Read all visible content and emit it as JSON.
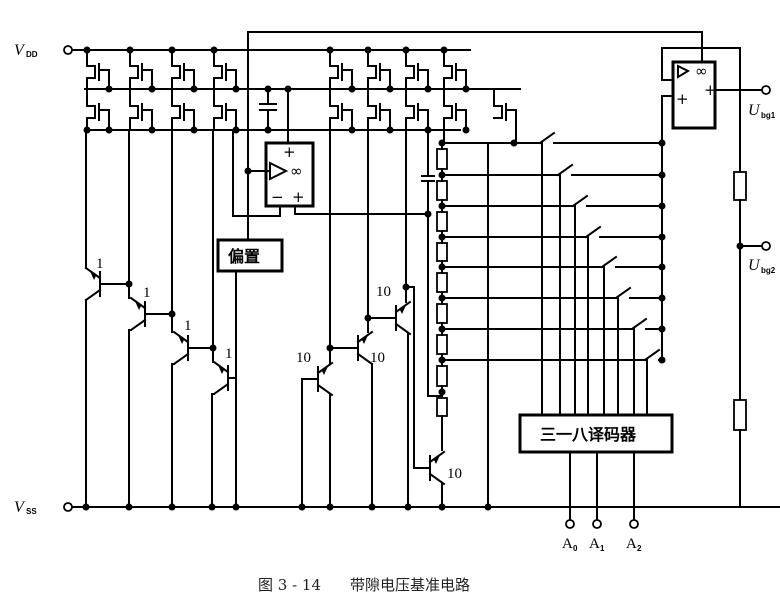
{
  "figure": {
    "caption_number": "图 3 - 14",
    "caption_title": "带隙电压基准电路"
  },
  "terminals": {
    "vdd": {
      "main": "V",
      "sub": "DD"
    },
    "vss": {
      "main": "V",
      "sub": "SS"
    },
    "ubg1": {
      "main": "U",
      "sub": "bg1"
    },
    "ubg2": {
      "main": "U",
      "sub": "bg2"
    },
    "a0": {
      "main": "A",
      "sub": "0"
    },
    "a1": {
      "main": "A",
      "sub": "1"
    },
    "a2": {
      "main": "A",
      "sub": "2"
    }
  },
  "blocks": {
    "bias_label": "偏置",
    "decoder_label": "三一八译码器",
    "opamp_infinity": "∞",
    "plus": "+",
    "minus": "−"
  },
  "transistor_ratios": {
    "q1": "1",
    "q2": "1",
    "q3": "1",
    "q4": "1",
    "q5": "10",
    "q6": "10",
    "q7": "10",
    "q8": "10"
  },
  "resistor_ladder": {
    "taps": 8,
    "switches": 8
  }
}
